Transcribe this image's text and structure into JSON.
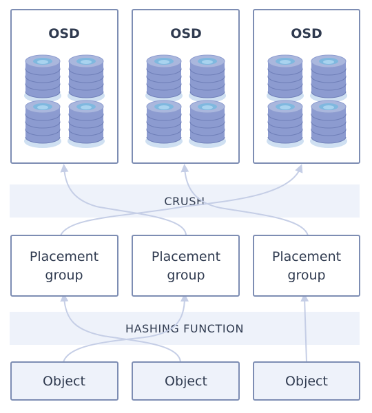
{
  "osds": [
    {
      "title": "OSD"
    },
    {
      "title": "OSD"
    },
    {
      "title": "OSD"
    }
  ],
  "crush": {
    "label": "CRUSH"
  },
  "placement_groups": [
    {
      "line1": "Placement",
      "line2": "group"
    },
    {
      "line1": "Placement",
      "line2": "group"
    },
    {
      "line1": "Placement",
      "line2": "group"
    }
  ],
  "hashing": {
    "label": "HASHING FUNCTION"
  },
  "objects": [
    {
      "label": "Object"
    },
    {
      "label": "Object"
    },
    {
      "label": "Object"
    }
  ],
  "colors": {
    "box_border": "#7d8db3",
    "band_fill": "#eef2fa",
    "object_fill": "#eef2fa",
    "arrow": "#c5cee6",
    "disk_top": "#aab7dd",
    "disk_body": "#8c9bd0",
    "disk_hole": "#7fb8df",
    "text": "#2f3a4f"
  }
}
